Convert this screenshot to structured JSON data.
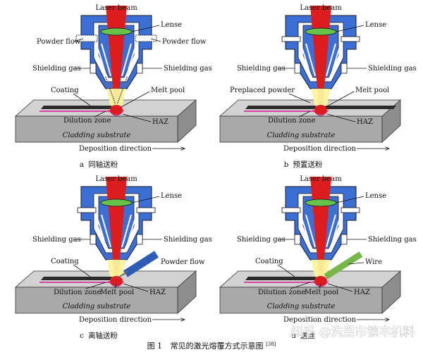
{
  "panels": [
    {
      "id": "a",
      "labels": {
        "laser_beam": "Laser beam",
        "lense": "Lense",
        "powder_flow_left": "Powder flow",
        "powder_flow_right": "Powder flow",
        "shielding_gas_left": "Shielding gas",
        "shielding_gas_right": "Shielding gas",
        "coating": "Coating",
        "melt_pool": "Melt pool",
        "dilution_zone": "Dilution zone",
        "haz": "HAZ",
        "substrate": "Cladding substrate",
        "direction": "Deposition direction"
      },
      "subcaption_letter": "a",
      "subcaption_text": "同轴送粉"
    },
    {
      "id": "b",
      "labels": {
        "laser_beam": "Laser beam",
        "lense": "Lense",
        "shielding_gas_left": "Shielding gas",
        "shielding_gas_right": "Shielding gas",
        "preplaced_powder": "Preplaced powder",
        "melt_pool": "Melt pool",
        "dilution_zone": "Dilution zone",
        "haz": "HAZ",
        "substrate": "Cladding substrate",
        "direction": "Deposition direction"
      },
      "subcaption_letter": "b",
      "subcaption_text": "预置送粉"
    },
    {
      "id": "c",
      "labels": {
        "laser_beam": "Laser beam",
        "lense": "Lense",
        "shielding_gas_left": "Shielding gas",
        "shielding_gas_right": "Shielding gas",
        "coating": "Coating",
        "powder_flow": "Powder flow",
        "dilution_zone": "Dilution zone",
        "melt_pool": "Melt pool",
        "haz": "HAZ",
        "substrate": "Cladding substrate",
        "direction": "Deposition direction"
      },
      "subcaption_letter": "c",
      "subcaption_text": "离轴送粉"
    },
    {
      "id": "d",
      "labels": {
        "laser_beam": "Laser beam",
        "lense": "Lense",
        "shielding_gas_left": "Shielding gas",
        "shielding_gas_right": "Shielding gas",
        "coating": "Coating",
        "wire": "Wire",
        "dilution_zone": "Dilution zone",
        "melt_pool": "Melt pool",
        "haz": "HAZ",
        "substrate": "Cladding substrate",
        "direction": "Deposition direction"
      },
      "subcaption_letter": "d",
      "subcaption_text": "送丝"
    }
  ],
  "figure_caption": {
    "number": "图 1",
    "text": "常见的激光熔覆方式示意图",
    "ref": "[38]"
  },
  "watermark": "知乎 @洗里市锁丰机料",
  "colors": {
    "nozzle_blue": "#3c6fd6",
    "nozzle_outline": "#1a1a1a",
    "laser_red": "#dd1d1d",
    "lens_green": "#66c24a",
    "gas_yellow": "#fbf39b",
    "powder_dots": "#6b6b6b",
    "substrate_top": "#d2d2d2",
    "substrate_front": "#a9a9a9",
    "substrate_side": "#8d8d8d",
    "coating_dark": "#2b2b2b",
    "magenta_line": "#d21a8c",
    "offaxis_feeder": "#2d5bb5",
    "wire_green": "#79b64a"
  }
}
